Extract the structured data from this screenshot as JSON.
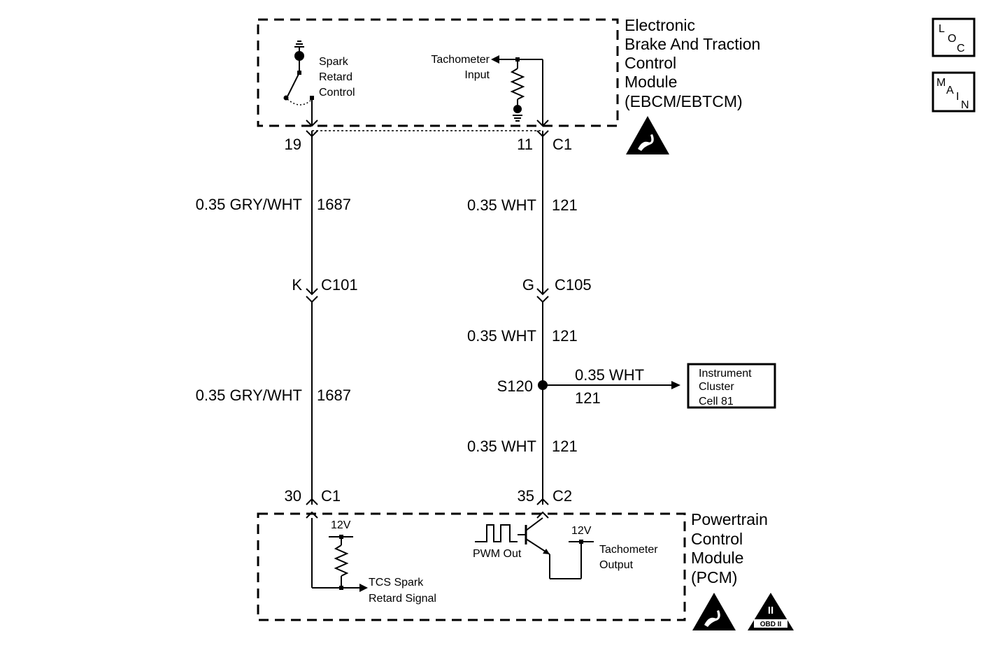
{
  "ebcm": {
    "name_lines": [
      "Electronic",
      "Brake And Traction",
      "Control",
      "Module",
      "(EBCM/EBTCM)"
    ],
    "spark_retard_lines": [
      "Spark",
      "Retard",
      "Control"
    ],
    "tach_input_lines": [
      "Tachometer",
      "Input"
    ]
  },
  "pcm": {
    "name_lines": [
      "Powertrain",
      "Control",
      "Module",
      "(PCM)"
    ],
    "supply_left": "12V",
    "supply_right": "12V",
    "tcs_lines": [
      "TCS Spark",
      "Retard Signal"
    ],
    "pwm_label": "PWM Out",
    "tach_output_lines": [
      "Tachometer",
      "Output"
    ],
    "obd_badge": "OBD II",
    "obd_numeral": "II"
  },
  "nav": {
    "loc_letters": [
      "L",
      "O",
      "C"
    ],
    "main_letters": [
      "M",
      "A",
      "I",
      "N"
    ]
  },
  "left_circuit": {
    "pin_top": "19",
    "wire_top": "0.35 GRY/WHT",
    "circuit_top": "1687",
    "inline_pin": "K",
    "inline_connector": "C101",
    "wire_bottom": "0.35 GRY/WHT",
    "circuit_bottom": "1687",
    "pin_bottom": "30",
    "connector_bottom": "C1"
  },
  "right_circuit": {
    "pin_top": "11",
    "connector_top": "C1",
    "wire_1": "0.35 WHT",
    "circuit_1": "121",
    "inline_pin": "G",
    "inline_connector": "C105",
    "wire_2": "0.35 WHT",
    "circuit_2": "121",
    "splice": "S120",
    "branch_wire": "0.35 WHT",
    "branch_circuit": "121",
    "wire_3": "0.35 WHT",
    "circuit_3": "121",
    "pin_bottom": "35",
    "connector_bottom": "C2"
  },
  "instrument_cluster": {
    "lines": [
      "Instrument",
      "Cluster",
      "Cell 81"
    ]
  }
}
